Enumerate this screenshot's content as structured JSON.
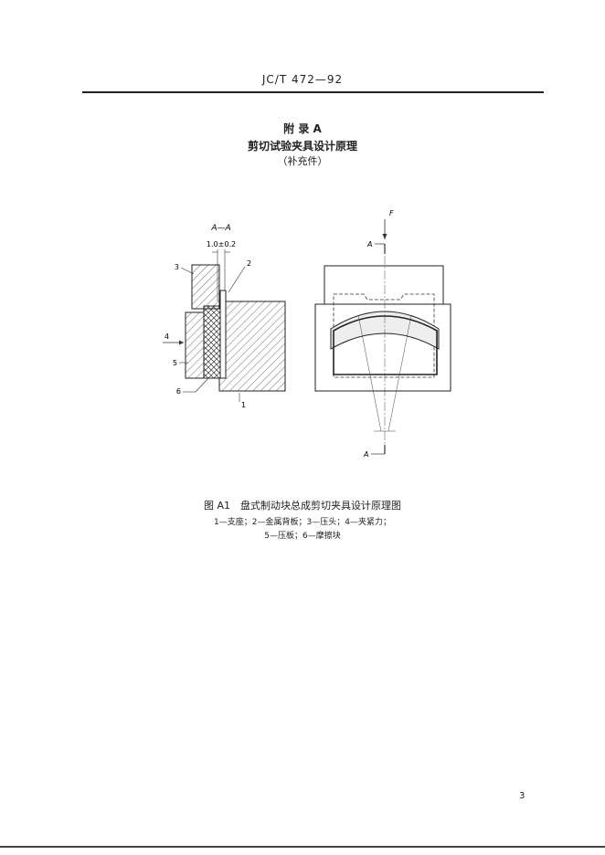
{
  "header": {
    "standard_code": "JC/T 472—92"
  },
  "appendix": {
    "label": "附 录 A",
    "title": "剪切试验夹具设计原理",
    "note": "（补充件）"
  },
  "figure": {
    "section_label": "A—A",
    "dimension": "1.0±0.2",
    "callouts": [
      "1",
      "2",
      "3",
      "4",
      "5",
      "6"
    ],
    "force_label": "F",
    "section_marker": "A"
  },
  "caption": {
    "title": "图 A1　盘式制动块总成剪切夹具设计原理图",
    "legend_line1": "1—支座；2—金属背板；3—压头；4—夹紧力；",
    "legend_line2": "5—压板；6—摩擦块"
  },
  "page_number": "3"
}
